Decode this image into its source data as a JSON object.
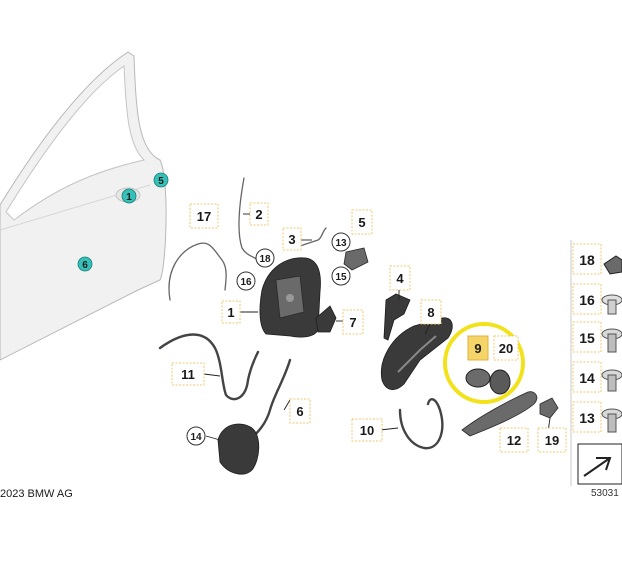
{
  "diagram": {
    "copyright": "2023 BMW AG",
    "reference": "53031",
    "labels": {
      "p1": "1",
      "p2": "2",
      "p3": "3",
      "p5": "5",
      "p4": "4",
      "p6": "6",
      "p7": "7",
      "p8": "8",
      "p9": "9",
      "p10": "10",
      "p11": "11",
      "p12": "12",
      "p13": "13",
      "p14": "14",
      "p15": "15",
      "p16": "16",
      "p17": "17",
      "p18": "18",
      "p19": "19",
      "p20": "20",
      "door1": "1",
      "door5": "5",
      "door6": "6",
      "side18": "18",
      "side16": "16",
      "side15": "15",
      "side14": "14",
      "side13": "13"
    },
    "highlight_color": "#f2e21c",
    "teal_color": "#35c0b8"
  }
}
